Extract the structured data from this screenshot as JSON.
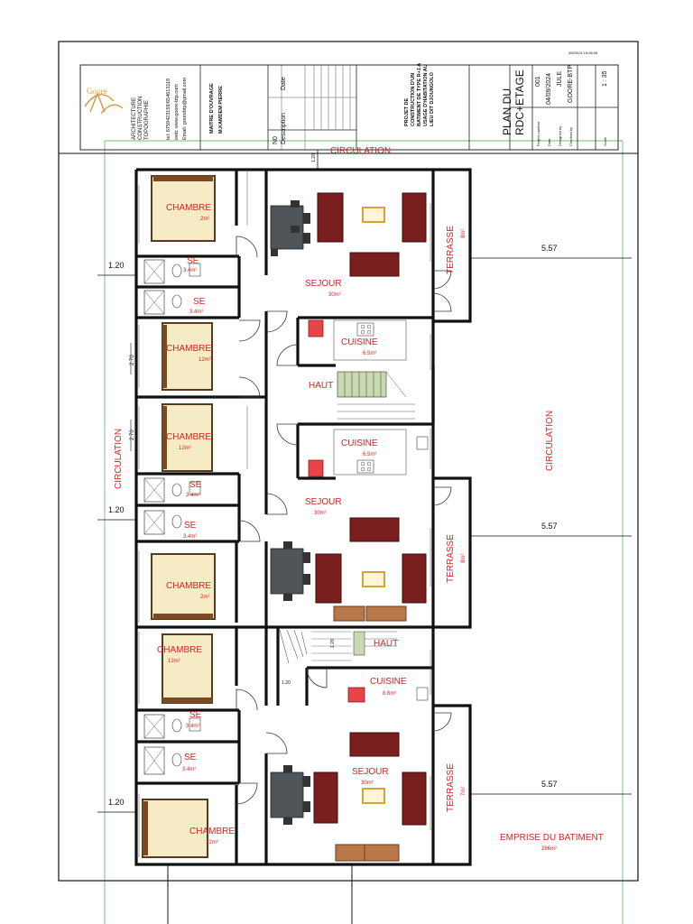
{
  "title_block": {
    "company_lines": [
      "ARCHITECTURE",
      "CONSTRUCTION",
      "TOPOGRAPHIE"
    ],
    "contact_lines": [
      "tel: 6759423159/654613118",
      "web: www.goore-btp.com",
      "Email: goorebtp@gmail.com"
    ],
    "owner_label": "MAITRE D'OUVRAGE",
    "owner_name": "M.KAMDEM PIERRE",
    "revision_no": "N0",
    "revision_description": "Description",
    "revision_date": "Date",
    "project_lines": [
      "PROJET DE",
      "CONSTRUCTION D'UN",
      "BATIMENT DE TYPE R+1  A",
      "USAGE D'HABITATION AU",
      "LIEU DIT DJOUNGOLO"
    ],
    "sheet_title_1": "PLAN DU",
    "sheet_title_2": "RDC+ETAGE",
    "project_number_label": "Project number",
    "project_number": "001",
    "date_label": "Date",
    "date": "04/09/2024",
    "designed_by_label": "Designed by",
    "designed_by": "JULE",
    "checked_by_label": "Checked by",
    "checked_by": "GOORE-BTP",
    "scale_label": "Scale",
    "scale": "1 : 35",
    "corner_stamp": "05/09/24 16:06:06"
  },
  "labels": {
    "circulation_top": "CIRCULATION",
    "circulation_left": "CIRCULATION",
    "circulation_right": "CIRCULATION",
    "emprise": "EMPRISE  DU BATIMENT",
    "emprise_area": "286m²"
  },
  "dimensions": {
    "d120": "1.20",
    "d270": "2.70",
    "d557": "5.57",
    "d120_small": "1.20",
    "d120_tiny": "1.20"
  },
  "rooms": {
    "chambre": "CHAMBRE",
    "se": "SE",
    "sejour": "SEJOUR",
    "cuisine": "CUISINE",
    "terrasse": "TERRASSE",
    "haut": "HAUT",
    "area_12": "12m²",
    "area_2": "2m²",
    "area_34": "3.4m²",
    "area_30": "30m²",
    "area_65": "6.5m²",
    "area_86": "8.6m²",
    "area_8": "8m²",
    "area_7": "7m²"
  }
}
